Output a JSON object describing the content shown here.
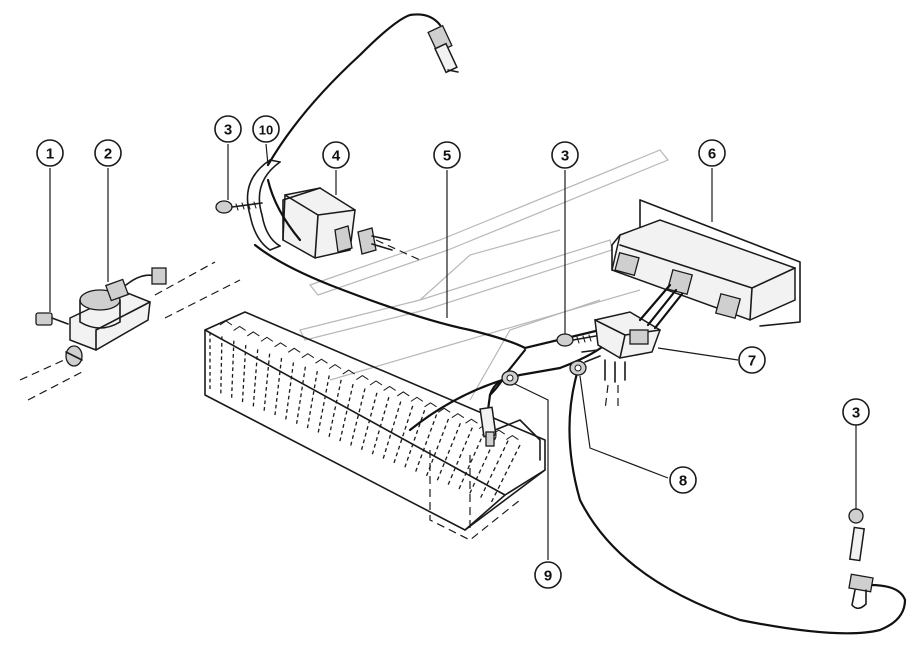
{
  "callouts": [
    {
      "id": "c1",
      "label": "1"
    },
    {
      "id": "c2",
      "label": "2"
    },
    {
      "id": "c3a",
      "label": "3"
    },
    {
      "id": "c10",
      "label": "10"
    },
    {
      "id": "c4",
      "label": "4"
    },
    {
      "id": "c5",
      "label": "5"
    },
    {
      "id": "c3b",
      "label": "3"
    },
    {
      "id": "c6",
      "label": "6"
    },
    {
      "id": "c7",
      "label": "7"
    },
    {
      "id": "c8",
      "label": "8"
    },
    {
      "id": "c9",
      "label": "9"
    },
    {
      "id": "c3c",
      "label": "3"
    }
  ]
}
